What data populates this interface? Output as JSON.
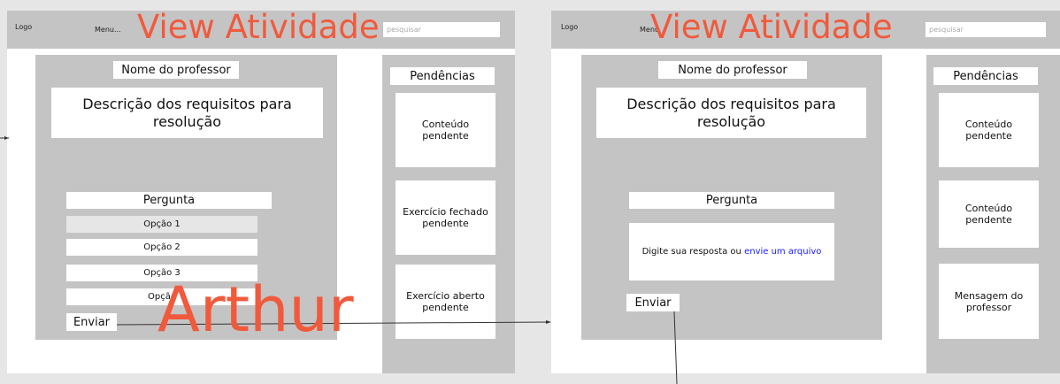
{
  "colors": {
    "accent": "#f05a3c",
    "gray": "#c4c4c4",
    "link": "#1a1aff"
  },
  "left": {
    "logo": "Logo",
    "menu": "Menu...",
    "title": "View Atividade",
    "search_placeholder": "pesquisar",
    "teacher_name": "Nome do professor",
    "description": "Descrição dos requisitos para resolução",
    "question": "Pergunta",
    "options": [
      "Opção 1",
      "Opção 2",
      "Opção 3",
      "Opção"
    ],
    "submit": "Enviar",
    "pending_header": "Pendências",
    "pending_cards": [
      "Conteúdo pendente",
      "Exercício fechado pendente",
      "Exercício aberto pendente"
    ]
  },
  "right": {
    "logo": "Logo",
    "menu": "Menu",
    "title": "View Atividade",
    "search_placeholder": "pesquisar",
    "teacher_name": "Nome do professor",
    "description": "Descrição dos requisitos para resolução",
    "question": "Pergunta",
    "answer_text": "Digite sua resposta ou",
    "answer_link": "envie um arquivo",
    "submit": "Enviar",
    "pending_header": "Pendências",
    "pending_cards": [
      "Conteúdo pendente",
      "Conteúdo pendente",
      "Mensagem do professor"
    ]
  },
  "annotation": "Arthur"
}
